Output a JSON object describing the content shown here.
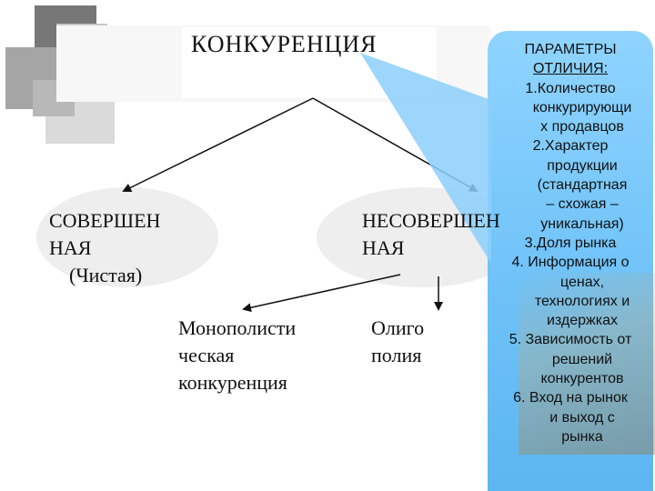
{
  "title": "КОНКУРЕНЦИЯ",
  "nodes": {
    "perfect_line1": "СОВЕРШЕН",
    "perfect_line2": "НАЯ",
    "perfect_line3": "(Чистая)",
    "imperfect_line1": "НЕСОВЕРШЕН",
    "imperfect_line2": "НАЯ",
    "mono_line1": "Монополисти",
    "mono_line2": "ческая",
    "mono_line3": "конкуренция",
    "oligo_line1": "Олиго",
    "oligo_line2": "полия"
  },
  "panel": {
    "heading_line1": "ПАРАМЕТРЫ",
    "heading_line2": "ОТЛИЧИЯ:",
    "items": [
      [
        "1.Количество",
        "конкурирующи",
        "х продавцов"
      ],
      [
        "2.Характер",
        "продукции",
        "(стандартная",
        "– схожая –",
        "уникальная)"
      ],
      [
        "3.Доля рынка"
      ],
      [
        "4. Информация о",
        "ценах,",
        "технологиях и",
        "издержках"
      ],
      [
        "5. Зависимость от",
        "решений",
        "конкурентов"
      ],
      [
        "6. Вход на рынок",
        "и выход с",
        "рынка"
      ]
    ]
  },
  "colors": {
    "panel": "#7fcaf9",
    "lines": "#111111"
  }
}
